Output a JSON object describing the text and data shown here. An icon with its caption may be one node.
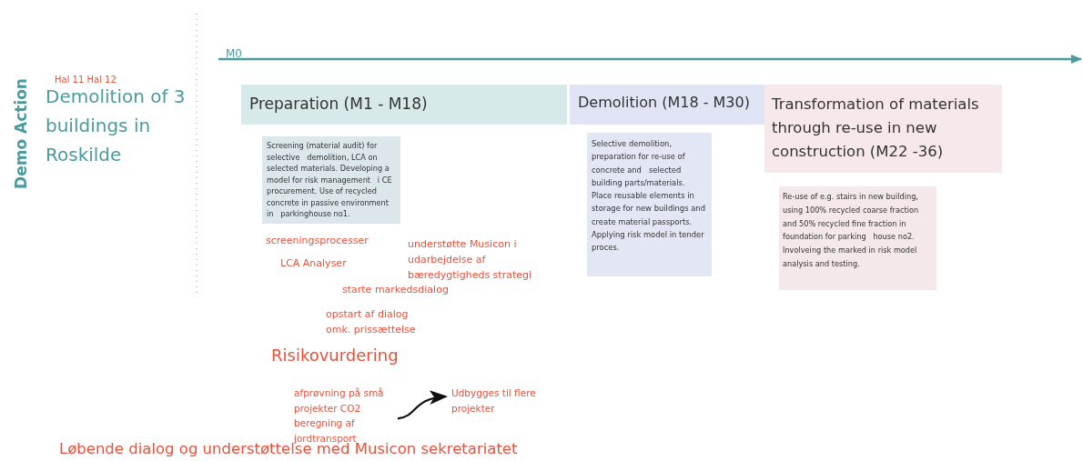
{
  "diagram": {
    "nodes": [
      {
        "text": [
          "Preparation (M1 - M18)"
        ]
      },
      {
        "text": [
          "Screening (material audit) for selective   demolition, LCA on selected materials. Developing a model for risk management   i CE procurement. Use of recycled concrete in passive environment in   parkinghouse no1."
        ]
      },
      {
        "text": [
          "Demolition (M18 - M30)"
        ]
      },
      {
        "text": [
          "Selective demolition, preparation for re-use of concrete and   selected building parts/materials.  Place reusable elements in storage for new buildings and create material passports. Applying risk model in tender proces."
        ]
      },
      {
        "text": [
          "Transformation of materials through re-use in new construction (M22 -36)"
        ]
      },
      {
        "text": [
          "Re-use of e.g. stairs in new building, using 100% recycled coarse fraction and 50% recycled fine fraction in foundation for parking   house no2. Involveing the marked in risk model analysis and testing."
        ]
      },
      {
        "text": [
          "afprøvning på små projekter CO2 beregning af jordtransport"
        ]
      },
      {
        "text": [
          "Udbygges til flere projekter"
        ]
      }
    ],
    "edges": [
      {
        "from": 6,
        "to": 7,
        "arrow": "to"
      }
    ],
    "labels": [
      "M0",
      "Demo Action",
      "Hal 11 Hal 12",
      "Demolition of 3 buildings in Roskilde",
      "screeningsprocesser",
      "understøtte Musicon i udarbejdelse af bæredygtigheds strategi",
      "LCA Analyser",
      "starte markedsdialog",
      "opstart af dialog omk. prissættelse",
      "Risikovurdering",
      "Løbende dialog og understøttelse med Musicon sekretariatet"
    ]
  }
}
